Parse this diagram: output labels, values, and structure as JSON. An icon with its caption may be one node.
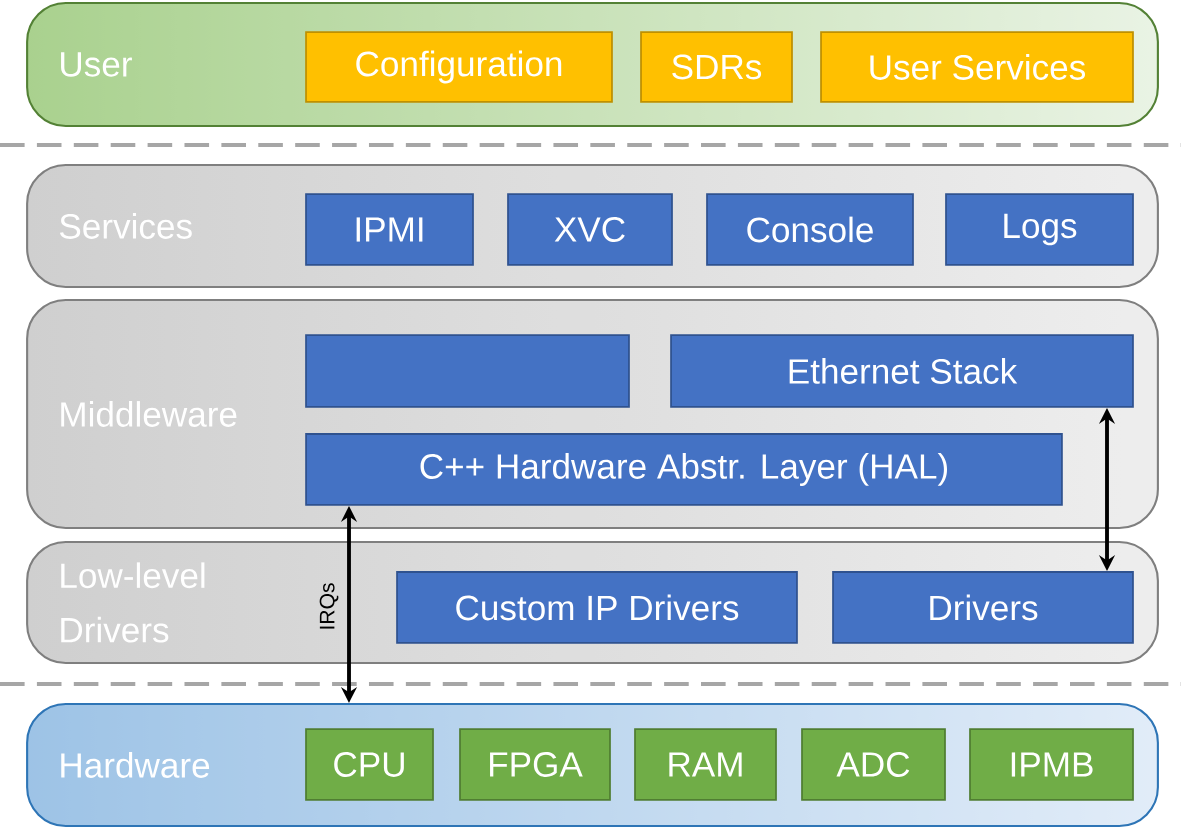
{
  "diagram": {
    "nodes": [
      {
        "text": [
          "User"
        ]
      },
      {
        "text": [
          "Configuration"
        ],
        "in": 0
      },
      {
        "text": [
          "SDRs"
        ],
        "in": 0
      },
      {
        "text": [
          "User Services"
        ],
        "in": 0
      },
      {
        "text": [
          "Services"
        ]
      },
      {
        "text": [
          "IPMI"
        ],
        "in": 4
      },
      {
        "text": [
          "XVC"
        ],
        "in": 4
      },
      {
        "text": [
          "Console"
        ],
        "in": 4
      },
      {
        "text": [
          "Logs"
        ],
        "in": 4
      },
      {
        "text": [
          "Middleware"
        ]
      },
      {
        "text": [],
        "shape": "box",
        "in": 9
      },
      {
        "text": [
          "Ethernet Stack"
        ],
        "in": 9
      },
      {
        "text": [
          "C++ Hardware Abstr. Layer (HAL)"
        ],
        "in": 9
      },
      {
        "text": [
          "Low-level Drivers"
        ]
      },
      {
        "text": [
          "Custom IP Drivers"
        ],
        "in": 13
      },
      {
        "text": [
          "Drivers"
        ],
        "in": 13
      },
      {
        "text": [
          "Hardware"
        ]
      },
      {
        "text": [
          "CPU"
        ],
        "in": 16
      },
      {
        "text": [
          "FPGA"
        ],
        "in": 16
      },
      {
        "text": [
          "RAM"
        ],
        "in": 16
      },
      {
        "text": [
          "ADC"
        ],
        "in": 16
      },
      {
        "text": [
          "IPMB"
        ],
        "in": 16
      }
    ],
    "edges": [
      {
        "from": 12,
        "to": 16,
        "arrow": "both",
        "label": "IRQs"
      },
      {
        "from": 11,
        "to": 15,
        "arrow": "both"
      }
    ]
  }
}
